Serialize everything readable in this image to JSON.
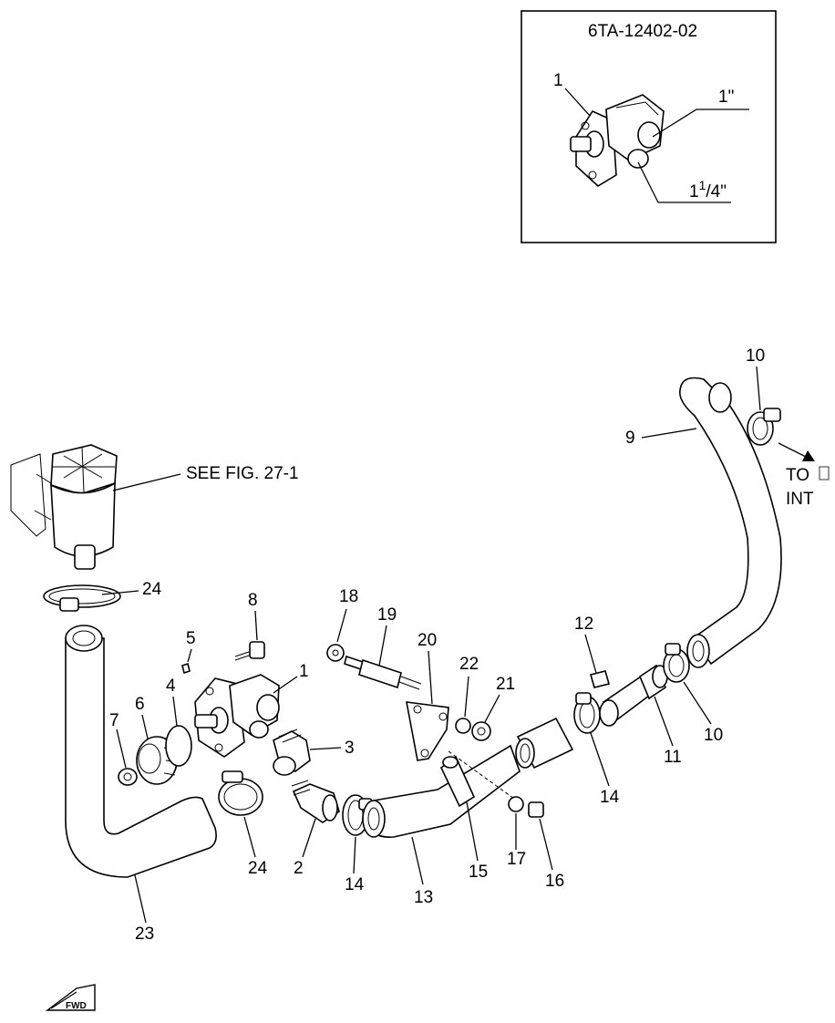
{
  "inset": {
    "part_number": "6TA-12402-02",
    "callout": "1",
    "size_upper": "1\"",
    "size_lower_int": "1",
    "size_lower_sup": "1",
    "size_lower_frac": "/4\""
  },
  "notes": {
    "see_fig": "SEE FIG. 27-1",
    "to_line1": "TO",
    "to_line2": "INT"
  },
  "callouts": {
    "c1": "1",
    "c2": "2",
    "c3": "3",
    "c4": "4",
    "c5": "5",
    "c6": "6",
    "c7": "7",
    "c8": "8",
    "c9": "9",
    "c10a": "10",
    "c10b": "10",
    "c11": "11",
    "c12": "12",
    "c13": "13",
    "c14a": "14",
    "c14b": "14",
    "c15": "15",
    "c16": "16",
    "c17": "17",
    "c18": "18",
    "c19": "19",
    "c20": "20",
    "c21": "21",
    "c22": "22",
    "c23": "23",
    "c24a": "24",
    "c24b": "24"
  },
  "fwd_mark": "FWD"
}
